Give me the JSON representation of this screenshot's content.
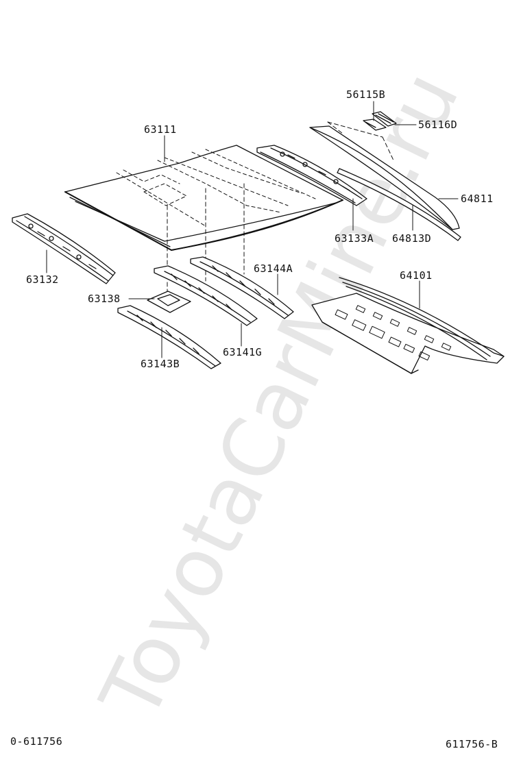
{
  "watermark": "ToyotaCarMine.ru",
  "parts": {
    "p63111": "63111",
    "p56115B": "56115B",
    "p56116D": "56116D",
    "p64811": "64811",
    "p63133A": "63133A",
    "p64813D": "64813D",
    "p63132": "63132",
    "p63144A": "63144A",
    "p64101": "64101",
    "p63138": "63138",
    "p63141G": "63141G",
    "p63143B": "63143B"
  },
  "footer": {
    "left": "0-611756",
    "right": "611756-B"
  }
}
